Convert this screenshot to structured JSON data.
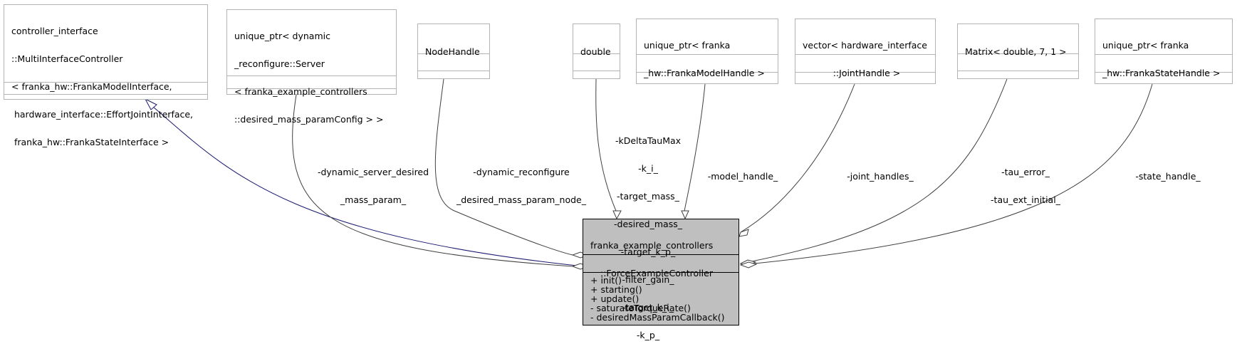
{
  "classes": {
    "base": {
      "title_lines": [
        "controller_interface",
        "::MultiInterfaceController",
        "< franka_hw::FrankaModelInterface,",
        " hardware_interface::EffortJointInterface,",
        " franka_hw::FrankaStateInterface >"
      ]
    },
    "server": {
      "title_lines": [
        "unique_ptr< dynamic",
        "_reconfigure::Server",
        "< franka_example_controllers",
        "::desired_mass_paramConfig > >"
      ]
    },
    "nodehandle": {
      "title_lines": [
        "NodeHandle"
      ]
    },
    "double": {
      "title_lines": [
        "double"
      ]
    },
    "modelhandle": {
      "title_lines": [
        "unique_ptr< franka",
        "_hw::FrankaModelHandle >"
      ]
    },
    "jointhandles": {
      "title_lines": [
        "vector< hardware_interface",
        "::JointHandle >"
      ]
    },
    "matrix": {
      "title_lines": [
        "Matrix< double, 7, 1 >"
      ]
    },
    "statehandle": {
      "title_lines": [
        "unique_ptr< franka",
        "_hw::FrankaStateHandle >"
      ]
    },
    "main": {
      "title_lines": [
        "franka_example_controllers",
        "::ForceExampleController"
      ],
      "methods": [
        "+ init()",
        "+ starting()",
        "+ update()",
        "- saturateTorqueRate()",
        "- desiredMassParamCallback()"
      ]
    }
  },
  "edge_labels": {
    "server": [
      "-dynamic_server_desired",
      "_mass_param_"
    ],
    "nodehandle": [
      "-dynamic_reconfigure",
      "_desired_mass_param_node_"
    ],
    "double": [
      "-kDeltaTauMax",
      "-k_i_",
      "-target_mass_",
      "-desired_mass_",
      "-target_k_p_",
      "-filter_gain_",
      "-target_k_i_",
      "-k_p_"
    ],
    "modelhandle": [
      "-model_handle_"
    ],
    "jointhandles": [
      "-joint_handles_"
    ],
    "matrix": [
      "-tau_error_",
      "-tau_ext_initial_"
    ],
    "statehandle": [
      "-state_handle_"
    ]
  },
  "colors": {
    "inheritance": "#191970",
    "aggregation": "#404040",
    "main_fill": "#bfbfbf",
    "box_border": "#b3b3b3"
  }
}
